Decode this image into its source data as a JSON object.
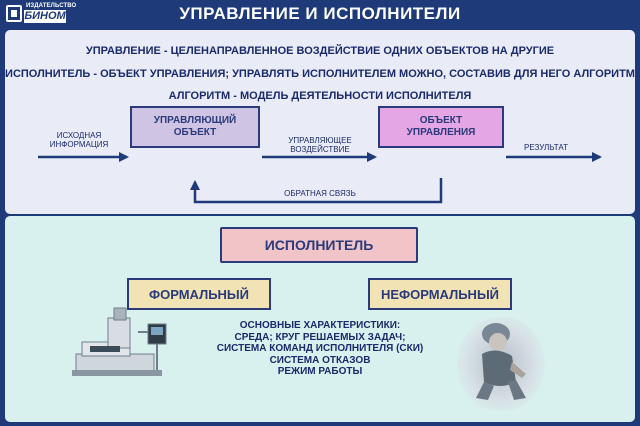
{
  "header": {
    "logo_publisher": "ИЗДАТЕЛЬСТВО",
    "logo_name": "БИНОМ",
    "title": "УПРАВЛЕНИЕ И ИСПОЛНИТЕЛИ"
  },
  "definitions": {
    "line1": "УПРАВЛЕНИЕ - ЦЕЛЕНАПРАВЛЕННОЕ ВОЗДЕЙСТВИЕ ОДНИХ ОБЪЕКТОВ НА ДРУГИЕ",
    "line2": "ИСПОЛНИТЕЛЬ - ОБЪЕКТ УПРАВЛЕНИЯ; УПРАВЛЯТЬ ИСПОЛНИТЕЛЕМ МОЖНО, СОСТАВИВ ДЛЯ НЕГО АЛГОРИТМ",
    "line3": "АЛГОРИТМ - МОДЕЛЬ ДЕЯТЕЛЬНОСТИ ИСПОЛНИТЕЛЯ"
  },
  "diagram": {
    "input_label_1": "ИСХОДНАЯ",
    "input_label_2": "ИНФОРМАЦИЯ",
    "controller_1": "УПРАВЛЯЮЩИЙ",
    "controller_2": "ОБЪЕКТ",
    "action_label_1": "УПРАВЛЯЮЩЕЕ",
    "action_label_2": "ВОЗДЕЙСТВИЕ",
    "object_1": "ОБЪЕКТ",
    "object_2": "УПРАВЛЕНИЯ",
    "result_label": "РЕЗУЛЬТАТ",
    "feedback_label": "ОБРАТНАЯ СВЯЗЬ"
  },
  "executor": {
    "title": "ИСПОЛНИТЕЛЬ",
    "formal": "ФОРМАЛЬНЫЙ",
    "informal": "НЕФОРМАЛЬНЫЙ",
    "characteristics_title": "ОСНОВНЫЕ ХАРАКТЕРИСТИКИ:",
    "characteristics": [
      "СРЕДА; КРУГ РЕШАЕМЫХ ЗАДАЧ;",
      "СИСТЕМА КОМАНД ИСПОЛНИТЕЛЯ (СКИ)",
      "СИСТЕМА ОТКАЗОВ",
      "РЕЖИМ РАБОТЫ"
    ]
  },
  "colors": {
    "background": "#1e3a78",
    "panel_top": "#e9ecf6",
    "panel_bottom": "#d9f1ee",
    "controller_box": "#cfc4e4",
    "object_box": "#e4a6e4",
    "executor_box": "#f1c4c8",
    "type_box": "#f1e3b4",
    "text": "#1a2a6a"
  },
  "icons": {
    "machine": "cnc-machine-image",
    "child": "child-photo-image"
  }
}
